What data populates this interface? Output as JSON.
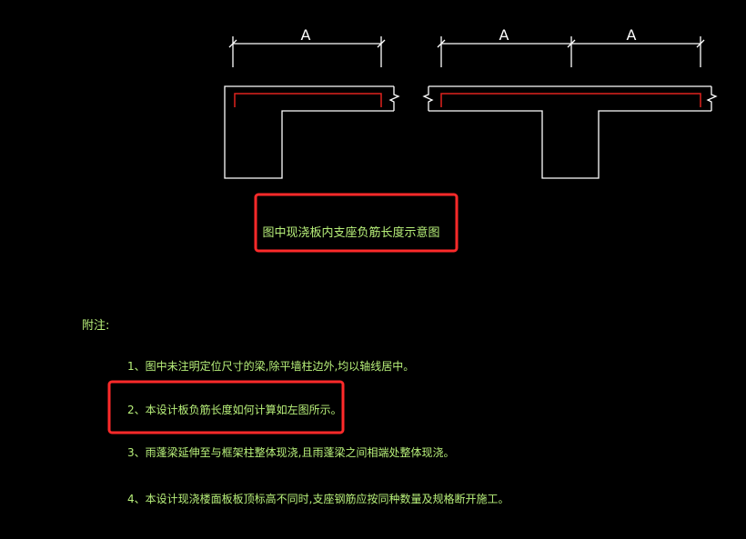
{
  "dimensions": {
    "left_span": "A",
    "right_span_1": "A",
    "right_span_2": "A"
  },
  "caption": "图中现浇板内支座负筋长度示意图",
  "notes": {
    "heading": "附注:",
    "items": [
      "1、图中未注明定位尺寸的梁,除平墙柱边外,均以轴线居中。",
      "2、本设计板负筋长度如何计算如左图所示。",
      "3、雨蓬梁延伸至与框架柱整体现浇,且雨蓬梁之间相端处整体现浇。",
      "4、本设计现浇楼面板板顶标高不同时,支座钢筋应按同种数量及规格断开施工。"
    ]
  },
  "colors": {
    "background": "#000000",
    "geometry": "#ffffff",
    "rebar": "#e0231e",
    "text": "#b8f07a",
    "highlight": "#ff2a2a"
  }
}
